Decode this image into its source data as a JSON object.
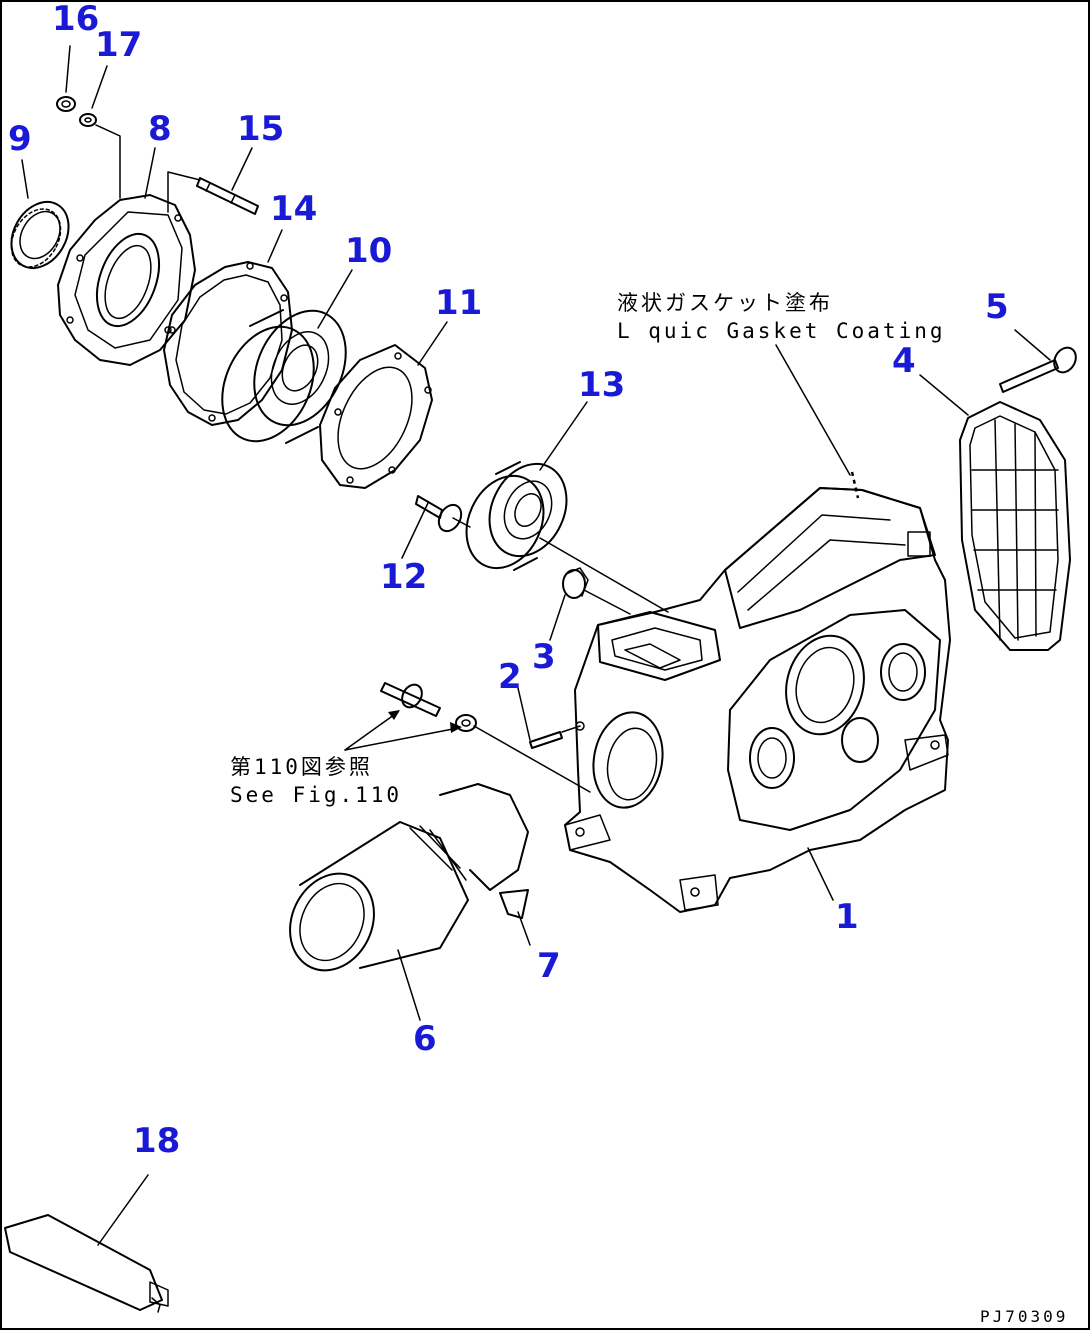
{
  "diagram": {
    "part_labels": [
      {
        "id": "p1",
        "text": "1"
      },
      {
        "id": "p2",
        "text": "2"
      },
      {
        "id": "p3",
        "text": "3"
      },
      {
        "id": "p4",
        "text": "4"
      },
      {
        "id": "p5",
        "text": "5"
      },
      {
        "id": "p6",
        "text": "6"
      },
      {
        "id": "p7",
        "text": "7"
      },
      {
        "id": "p8",
        "text": "8"
      },
      {
        "id": "p9",
        "text": "9"
      },
      {
        "id": "p10",
        "text": "10"
      },
      {
        "id": "p11",
        "text": "11"
      },
      {
        "id": "p12",
        "text": "12"
      },
      {
        "id": "p13",
        "text": "13"
      },
      {
        "id": "p14",
        "text": "14"
      },
      {
        "id": "p15",
        "text": "15"
      },
      {
        "id": "p16",
        "text": "16"
      },
      {
        "id": "p17",
        "text": "17"
      },
      {
        "id": "p18",
        "text": "18"
      }
    ],
    "gasket_note_jp": "液状ガスケット塗布",
    "gasket_note_en": "L quic Gasket Coating",
    "see_fig_jp": "第110図参照",
    "see_fig_en": "See Fig.110",
    "drawing_code": "PJ70309",
    "label_color": "#1a1ad6"
  }
}
